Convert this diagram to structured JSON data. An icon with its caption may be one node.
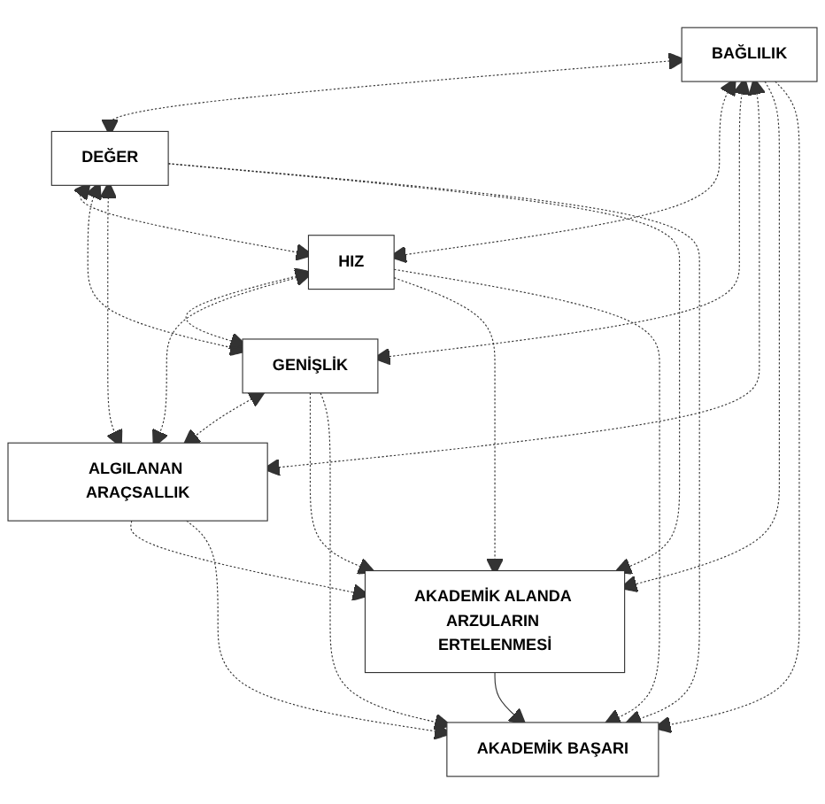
{
  "diagram": {
    "nodes": [
      {
        "text": [
          "BAĞLILIK"
        ]
      },
      {
        "text": [
          "DEĞER"
        ]
      },
      {
        "text": [
          "HIZ"
        ]
      },
      {
        "text": [
          "GENİŞLİK"
        ]
      },
      {
        "text": [
          "ALGILANAN ARAÇSALLIK"
        ]
      },
      {
        "text": [
          "AKADEMİK ALANDA ARZULARIN ERTELENMESİ"
        ]
      },
      {
        "text": [
          "AKADEMİK BAŞARI"
        ]
      }
    ],
    "edges": [
      {
        "from": 0,
        "to": 1,
        "arrow": "both",
        "style": "dashed"
      },
      {
        "from": 0,
        "to": 2,
        "arrow": "both",
        "style": "dashed"
      },
      {
        "from": 0,
        "to": 3,
        "arrow": "both",
        "style": "dashed"
      },
      {
        "from": 0,
        "to": 4,
        "arrow": "both",
        "style": "dashed"
      },
      {
        "from": 1,
        "to": 2,
        "arrow": "both",
        "style": "dashed"
      },
      {
        "from": 1,
        "to": 3,
        "arrow": "both",
        "style": "dashed"
      },
      {
        "from": 1,
        "to": 4,
        "arrow": "both",
        "style": "dashed"
      },
      {
        "from": 2,
        "to": 3,
        "arrow": "both",
        "style": "dashed"
      },
      {
        "from": 2,
        "to": 4,
        "arrow": "both",
        "style": "dashed"
      },
      {
        "from": 3,
        "to": 4,
        "arrow": "both",
        "style": "dashed"
      },
      {
        "from": 0,
        "to": 5,
        "arrow": "to",
        "style": "dashed"
      },
      {
        "from": 0,
        "to": 6,
        "arrow": "to",
        "style": "dashed"
      },
      {
        "from": 1,
        "to": 5,
        "arrow": "to",
        "style": "dashed"
      },
      {
        "from": 1,
        "to": 6,
        "arrow": "to",
        "style": "dashed"
      },
      {
        "from": 2,
        "to": 5,
        "arrow": "to",
        "style": "dashed"
      },
      {
        "from": 2,
        "to": 6,
        "arrow": "to",
        "style": "dashed"
      },
      {
        "from": 3,
        "to": 5,
        "arrow": "to",
        "style": "dashed"
      },
      {
        "from": 3,
        "to": 6,
        "arrow": "to",
        "style": "dashed"
      },
      {
        "from": 4,
        "to": 5,
        "arrow": "to",
        "style": "dashed"
      },
      {
        "from": 4,
        "to": 6,
        "arrow": "to",
        "style": "dashed"
      },
      {
        "from": 5,
        "to": 6,
        "arrow": "to"
      }
    ]
  }
}
